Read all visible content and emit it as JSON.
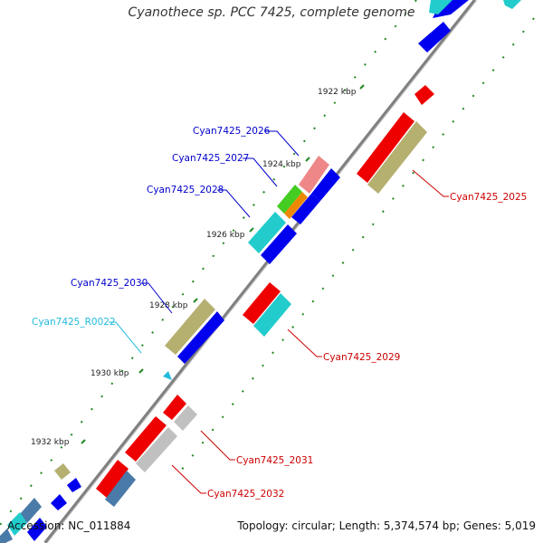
{
  "title": "Cyanothece sp. PCC 7425, complete genome",
  "accession": "Accession: NC_011884",
  "summary": "Topology: circular; Length: 5,374,574 bp; Genes: 5,019",
  "ticks": [
    "1922 kbp",
    "1924 kbp",
    "1926 kbp",
    "1928 kbp",
    "1930 kbp",
    "1932 kbp"
  ],
  "labels": {
    "c2026": "Cyan7425_2026",
    "c2027": "Cyan7425_2027",
    "c2028": "Cyan7425_2028",
    "c2030": "Cyan7425_2030",
    "r0022": "Cyan7425_R0022",
    "c2025": "Cyan7425_2025",
    "c2029": "Cyan7425_2029",
    "c2031": "Cyan7425_2031",
    "c2032": "Cyan7425_2032"
  },
  "colors": {
    "red": "#ee0000",
    "blue": "#0000ee",
    "cyan": "#22cccc",
    "olive": "#b5b070",
    "grey": "#c0c0c0",
    "pink": "#ee8888",
    "green": "#44cc22",
    "orange": "#ee8800",
    "steel": "#4a7aa8",
    "label_blue": "#0000cc",
    "label_red": "#cc0000",
    "label_cyan": "#22bbdd",
    "backbone": "#808080",
    "tick_green": "#228822"
  }
}
